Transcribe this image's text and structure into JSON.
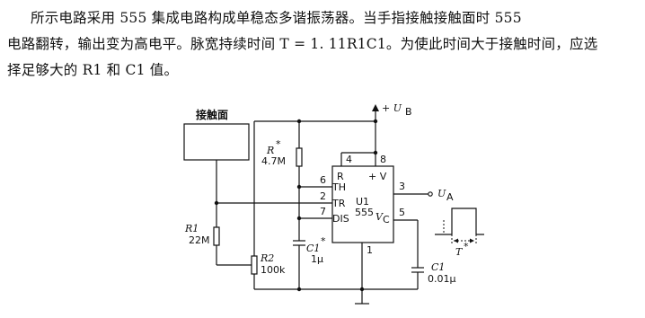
{
  "text": {
    "line1": "所示电路采用 555 集成电路构成单稳态多谐振荡器。当手指接触接触面时 555",
    "line2": "电路翻转，输出变为高电平。脉宽持续时间 T = 1. 11R1C1。为使此时间大于接触时间，应选",
    "line3": "择足够大的 R1 和 C1 值。"
  },
  "diagram": {
    "touch_plate": "接触面",
    "supply": "+ U",
    "supply_sub": "B",
    "r_star_name": "R",
    "r_star_value": "4.7M",
    "r1_name": "R1",
    "r1_value": "22M",
    "r2_name": "R2",
    "r2_value": "100k",
    "c1s_name": "C1",
    "c1s_value": "1μ",
    "c1_name": "C1",
    "c1_value": "0.01μ",
    "star": "*",
    "ic_name": "U1",
    "ic_type": "555",
    "pin_R": "R",
    "pin_V": "+ V",
    "pin_TH": "TH",
    "pin_TR": "TR",
    "pin_DIS": "DIS",
    "pin_VC": "V",
    "pin_VC_sub": "C",
    "pin4": "4",
    "pin8": "8",
    "pin6": "6",
    "pin2": "2",
    "pin7": "7",
    "pin1": "1",
    "pin3": "3",
    "pin5": "5",
    "out": "U",
    "out_sub": "A",
    "pulse_label": "T",
    "pulse_star": "*"
  }
}
